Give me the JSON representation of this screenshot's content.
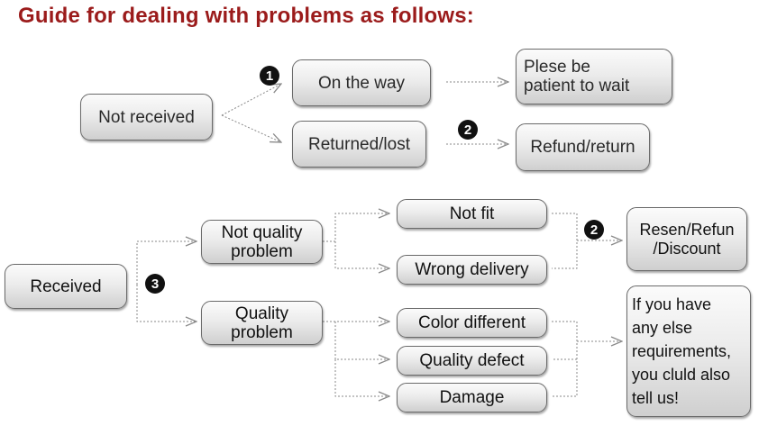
{
  "title": "Guide for dealing with problems as follows:",
  "nodes": {
    "not_received": "Not received",
    "on_the_way": "On the way",
    "returned_lost": "Returned/lost",
    "patient": "Plese be\npatient to wait",
    "refund_return": "Refund/return",
    "received": "Received",
    "not_quality_problem": "Not quality\nproblem",
    "quality_problem": "Quality\nproblem",
    "not_fit": "Not fit",
    "wrong_delivery": "Wrong delivery",
    "color_different": "Color different",
    "quality_defect": "Quality defect",
    "damage": "Damage",
    "resend_refund": "Resen/Refun\n/Discount",
    "else_requirements": "If you have\nany else\nrequirements,\nyou cluld also\ntell us!"
  },
  "badges": {
    "one": "1",
    "two_top": "2",
    "two_bottom": "2",
    "three": "3"
  },
  "colors": {
    "title": "#9b1b1b",
    "arrow": "#8a8a8a",
    "box_border": "#6a6a6a",
    "badge": "#111111"
  }
}
